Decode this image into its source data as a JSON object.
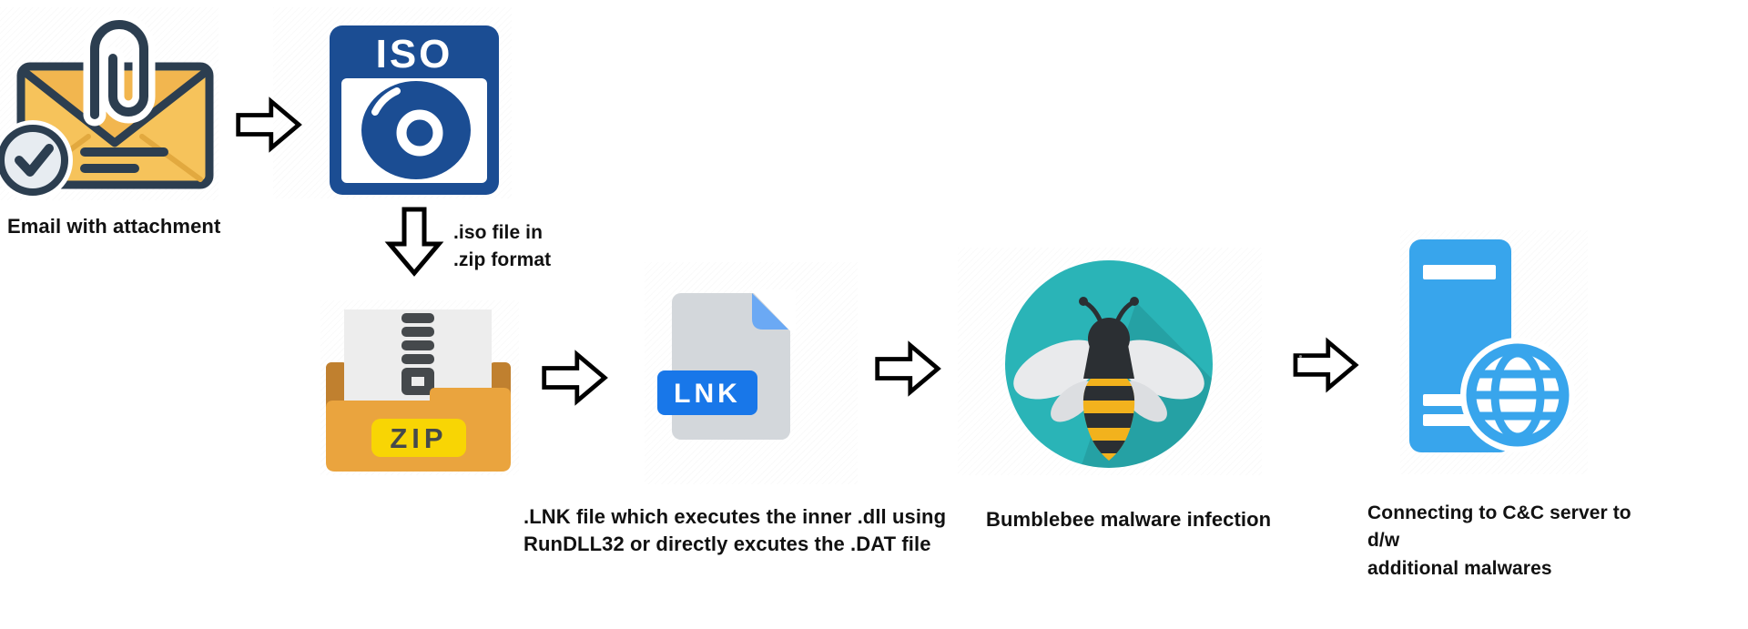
{
  "labels": {
    "email": "Email with attachment",
    "iso_note": ".iso file in\n.zip format",
    "lnk_note": ".LNK file which executes the inner .dll using\nRunDLL32 or directly excutes the .DAT file",
    "bee": "Bumblebee malware infection",
    "server": "Connecting to C&C server to d/w\n additional malwares"
  },
  "icons": {
    "iso_badge": "ISO",
    "zip_badge": "ZIP",
    "lnk_badge": "LNK"
  },
  "colors": {
    "ink": "#111111",
    "outline": "#2C3E50",
    "amber": "#F6C35B",
    "amber_deep": "#F2B64F",
    "check_bg": "#E7ECF1",
    "navy": "#1B4D93",
    "zip_orange": "#EAA43E",
    "zip_tab": "#C0802F",
    "zip_paper": "#EDEDED",
    "zip_dark": "#45494C",
    "zip_yellow": "#F8D504",
    "doc_gray": "#D3D7DB",
    "fold_blue": "#6BA9F4",
    "lnk_blue": "#1877E9",
    "teal": "#2AB4B7",
    "bee_dark": "#2B2F33",
    "bee_yellow": "#F2B21D",
    "wing": "#E9EAEC",
    "wing_deep": "#DCDEE1",
    "server_blue": "#38A5EC"
  }
}
